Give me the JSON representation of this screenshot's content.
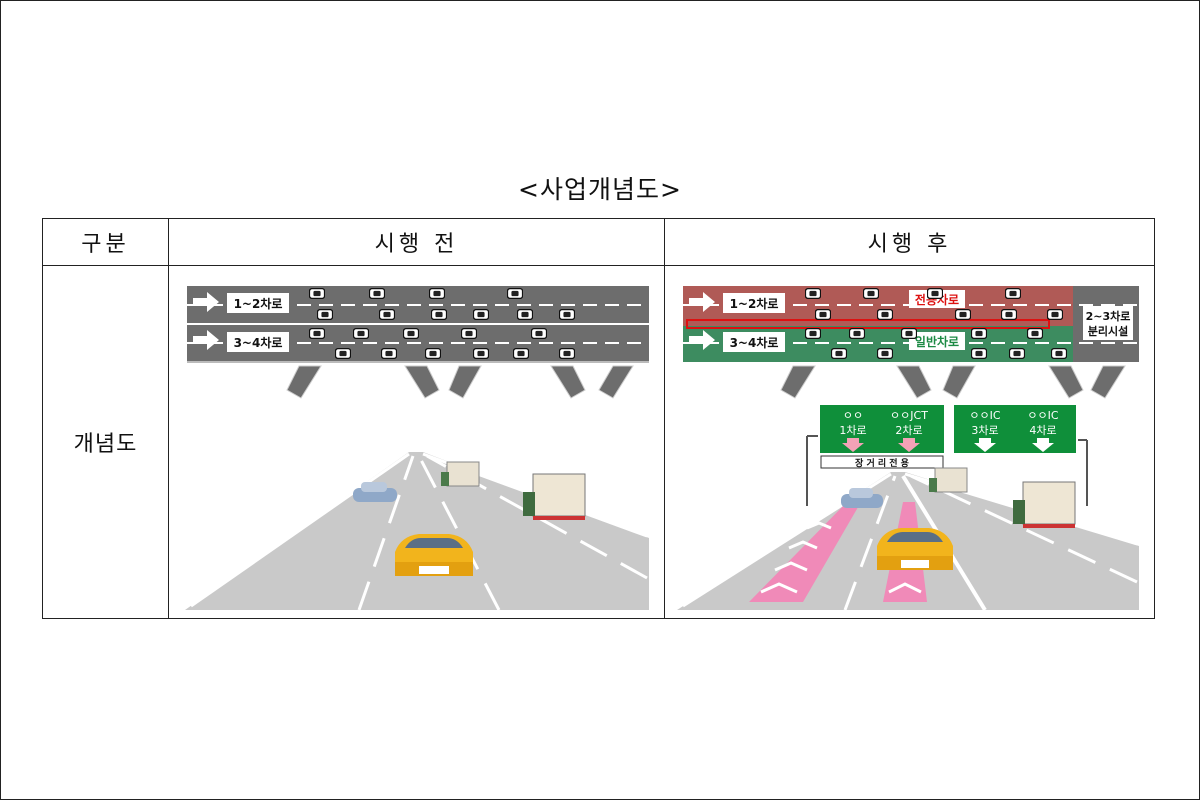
{
  "document": {
    "title": "<사업개념도>"
  },
  "table": {
    "headers": [
      "구분",
      "시행 전",
      "시행 후"
    ],
    "row_label": "개념도"
  },
  "before": {
    "lane_label_upper": "1~2차로",
    "lane_label_lower": "3~4차로"
  },
  "after": {
    "lane_label_upper": "1~2차로",
    "lane_label_lower": "3~4차로",
    "dedicated_lane_label": "전용차로",
    "general_lane_label": "일반차로",
    "separator_label_line1": "2~3차로",
    "separator_label_line2": "분리시설",
    "sign_left": {
      "dest1": "ㅇㅇ",
      "dest2": "ㅇㅇJCT",
      "lane1": "1차로",
      "lane2": "2차로"
    },
    "sign_right": {
      "dest1": "ㅇㅇIC",
      "dest2": "ㅇㅇIC",
      "lane1": "3차로",
      "lane2": "4차로"
    },
    "sign_sub": "장 거 리 전 용"
  },
  "colors": {
    "road_gray": "#6d6d6d",
    "dedicated_red": "#b05a56",
    "general_green": "#3d8c60",
    "sign_green": "#0f8f3a",
    "taxi_yellow": "#f2b41c",
    "chevron_pink": "#f08ab8"
  }
}
